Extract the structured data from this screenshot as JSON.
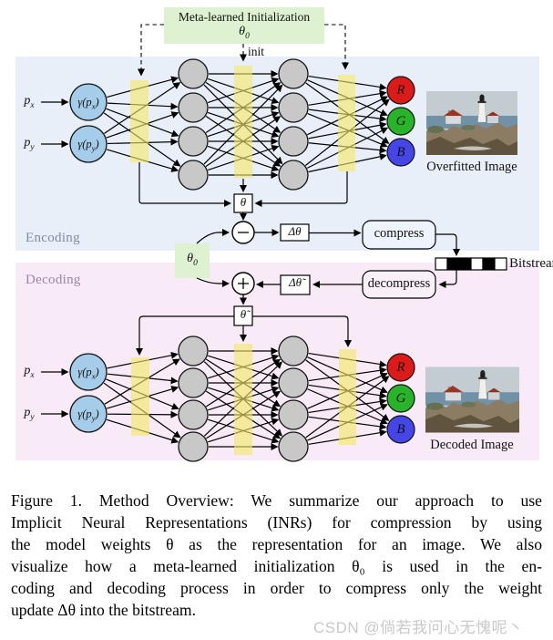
{
  "colors": {
    "encoding_bg": "#e9eff9",
    "decoding_bg": "#f8ebf7",
    "meta_green": "#def1d0",
    "theta0_green": "#def1d0",
    "bar_yellow": "#f3e867",
    "node_gray": "#c8c8c8",
    "node_blue": "#a5cde9",
    "out_r": "#dc1a1a",
    "out_g": "#28b428",
    "out_b": "#4545e8",
    "compress_fill": "#eef4fb",
    "decompress_fill": "#faf0fa",
    "encoding_label_color": "#828c9e",
    "decoding_label_color": "#9a85a8"
  },
  "meta": {
    "title": "Meta-learned Initialization",
    "theta_pre": "θ",
    "theta_sub": "0",
    "init": "init"
  },
  "encoding": {
    "label": "Encoding",
    "px_pre": "p",
    "px_sub": "x",
    "py_pre": "p",
    "py_sub": "y",
    "gx_pre": "γ(p",
    "gx_sub": "x",
    "gx_post": ")",
    "gy_pre": "γ(p",
    "gy_sub": "y",
    "gy_post": ")",
    "out_r": "R",
    "out_g": "G",
    "out_b": "B",
    "theta": "θ",
    "image_label": "Overfitted Image"
  },
  "pipeline": {
    "delta_theta": "Δθ",
    "compress": "compress",
    "bitstream": "Bitstream",
    "bitstream_pattern": [
      0,
      1,
      1,
      0,
      1,
      0
    ],
    "decompress": "decompress",
    "delta_theta_tilde": "Δθ̃",
    "theta0_pre": "θ",
    "theta0_sub": "0",
    "theta_tilde": "θ̃"
  },
  "decoding": {
    "label": "Decoding",
    "px_pre": "p",
    "px_sub": "x",
    "py_pre": "p",
    "py_sub": "y",
    "gx_pre": "γ(p",
    "gx_sub": "x",
    "gx_post": ")",
    "gy_pre": "γ(p",
    "gy_sub": "y",
    "gy_post": ")",
    "out_r": "R",
    "out_g": "G",
    "out_b": "B",
    "image_label": "Decoded Image"
  },
  "caption": {
    "lines": [
      "Figure 1. Method Overview: We summarize our approach to use",
      "Implicit Neural Representations (INRs) for compression by using",
      "the model weights θ as the representation for an image. We also",
      "visualize how a meta-learned initialization θ₀ is used in the en-",
      "coding and decoding process in order to compress only the weight",
      "update Δθ into the bitstream."
    ]
  },
  "watermark": "CSDN @倘若我问心无愧呢丶"
}
